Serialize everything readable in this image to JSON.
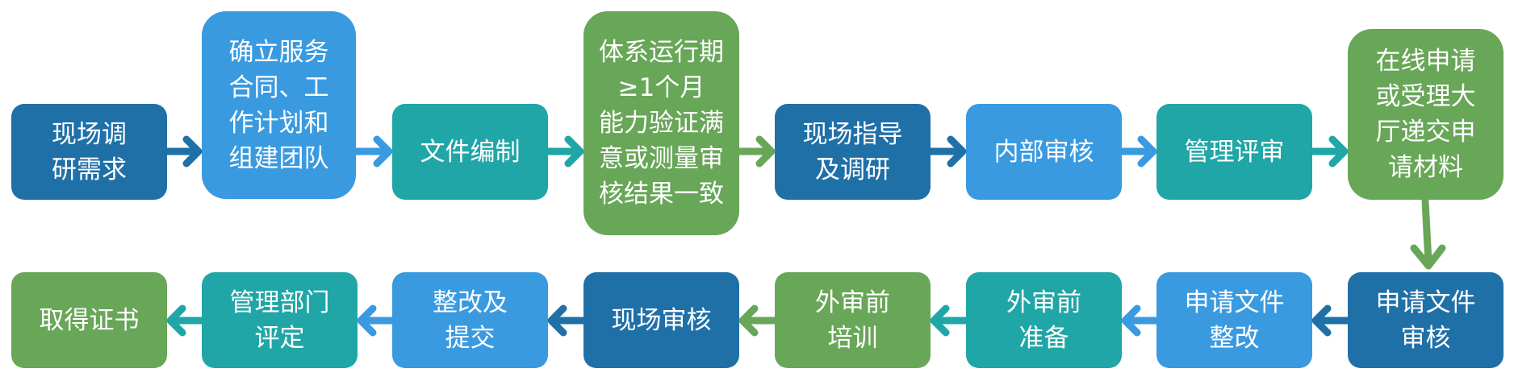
{
  "colors": {
    "dark_blue": "#2070a8",
    "light_blue": "#3a9ae0",
    "teal": "#20a6a6",
    "green": "#68a658"
  },
  "row1": [
    {
      "id": "s1",
      "label": "现场调\n研需求",
      "color": "dark_blue"
    },
    {
      "id": "s2",
      "label": "确立服务\n合同、工\n作计划和\n组建团队",
      "color": "light_blue"
    },
    {
      "id": "s3",
      "label": "文件编制",
      "color": "teal"
    },
    {
      "id": "s4",
      "label": "体系运行期\n≥1个月\n能力验证满\n意或测量审\n核结果一致",
      "color": "green"
    },
    {
      "id": "s5",
      "label": "现场指导\n及调研",
      "color": "dark_blue"
    },
    {
      "id": "s6",
      "label": "内部审核",
      "color": "light_blue"
    },
    {
      "id": "s7",
      "label": "管理评审",
      "color": "teal"
    },
    {
      "id": "s8",
      "label": "在线申请\n或受理大\n厅递交申\n请材料",
      "color": "green"
    }
  ],
  "row2": [
    {
      "id": "t1",
      "label": "取得证书",
      "color": "green"
    },
    {
      "id": "t2",
      "label": "管理部门\n评定",
      "color": "teal"
    },
    {
      "id": "t3",
      "label": "整改及\n提交",
      "color": "light_blue"
    },
    {
      "id": "t4",
      "label": "现场审核",
      "color": "dark_blue"
    },
    {
      "id": "t5",
      "label": "外审前\n培训",
      "color": "green"
    },
    {
      "id": "t6",
      "label": "外审前\n准备",
      "color": "teal"
    },
    {
      "id": "t7",
      "label": "申请文件\n整改",
      "color": "light_blue"
    },
    {
      "id": "t8",
      "label": "申请文件\n审核",
      "color": "dark_blue"
    }
  ]
}
